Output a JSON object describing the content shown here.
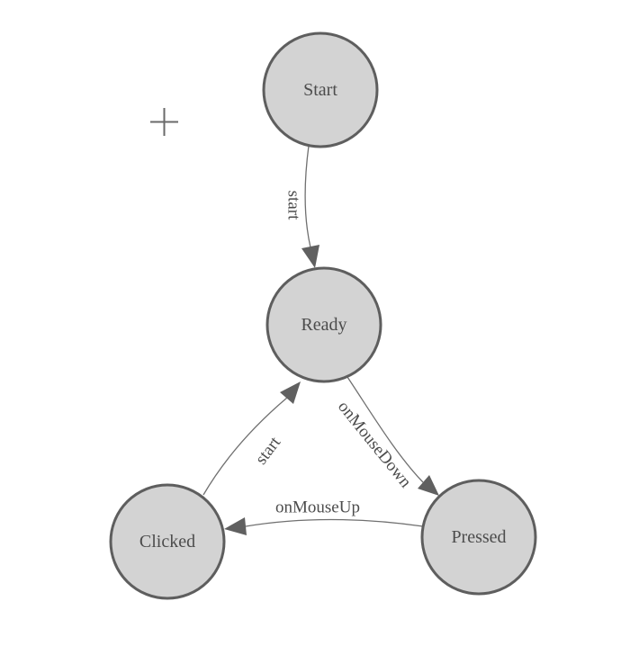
{
  "diagram": {
    "type": "state-machine",
    "colors": {
      "background": "#ffffff",
      "node_fill": "#d3d3d3",
      "node_stroke": "#5e5e5e",
      "edge_stroke": "#707070",
      "arrow_fill": "#606060",
      "label_color": "#4c4c4c"
    },
    "nodes": [
      {
        "id": "start",
        "label": "Start"
      },
      {
        "id": "ready",
        "label": "Ready"
      },
      {
        "id": "clicked",
        "label": "Clicked"
      },
      {
        "id": "pressed",
        "label": "Pressed"
      }
    ],
    "edges": [
      {
        "id": "start-to-ready",
        "label": "start",
        "from": "Start",
        "to": "Ready"
      },
      {
        "id": "clicked-to-ready",
        "label": "start",
        "from": "Clicked",
        "to": "Ready"
      },
      {
        "id": "ready-to-pressed",
        "label": "onMouseDown",
        "from": "Ready",
        "to": "Pressed"
      },
      {
        "id": "pressed-to-clicked",
        "label": "onMouseUp",
        "from": "Pressed",
        "to": "Clicked"
      }
    ]
  }
}
